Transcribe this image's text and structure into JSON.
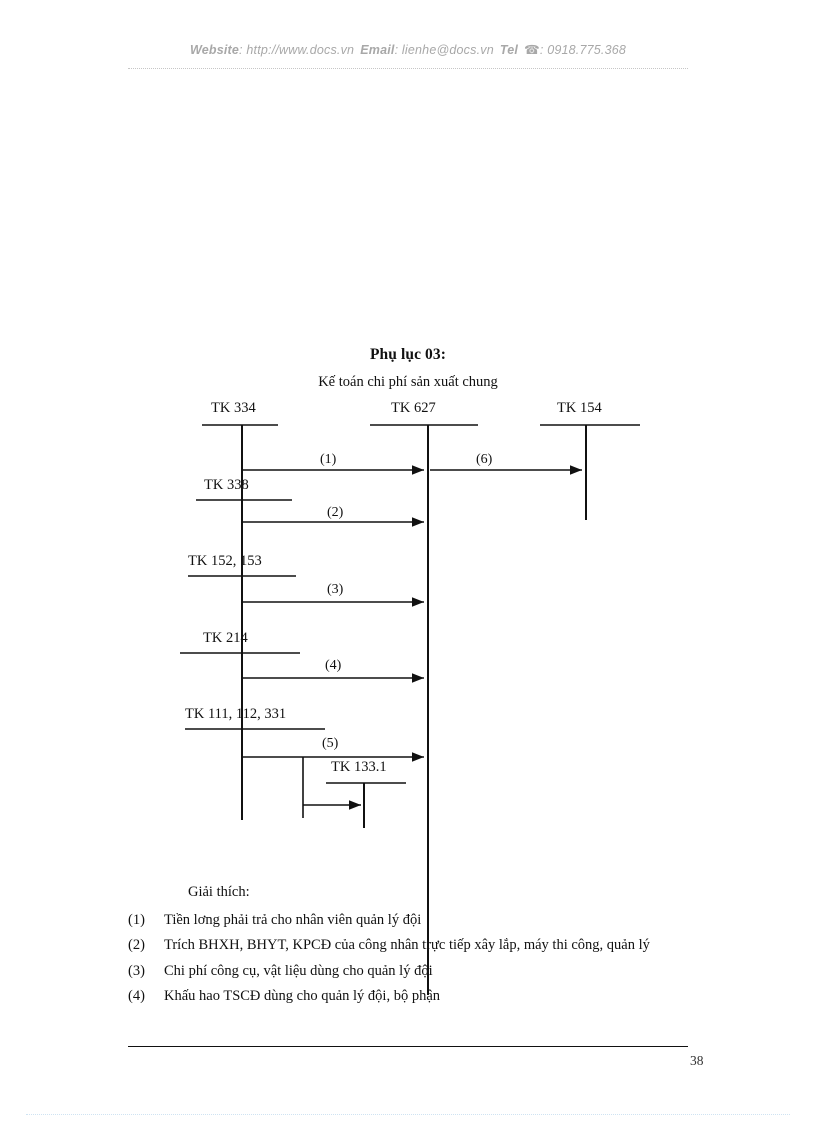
{
  "header": {
    "website_label": "Website",
    "website_value": ": http://www.docs.vn",
    "email_label": "Email",
    "email_value": ": lienhe@docs.vn",
    "tel_label": "Tel",
    "tel_icon": "phone-icon",
    "tel_value": ": 0918.775.368"
  },
  "title": "Phụ lục 03:",
  "subtitle": "Kế toán chi phí sản xuất chung",
  "diagram": {
    "accounts": [
      {
        "id": "tk334",
        "label": "TK 334"
      },
      {
        "id": "tk338",
        "label": "TK 338"
      },
      {
        "id": "tk152153",
        "label": "TK 152, 153"
      },
      {
        "id": "tk214",
        "label": "TK 214"
      },
      {
        "id": "tk111",
        "label": "TK 111, 112, 331"
      },
      {
        "id": "tk627",
        "label": "TK 627"
      },
      {
        "id": "tk154",
        "label": "TK 154"
      },
      {
        "id": "tk1331",
        "label": "TK 133.1"
      }
    ],
    "flows": [
      {
        "id": "f1",
        "label": "(1)",
        "from": "tk334",
        "to": "tk627"
      },
      {
        "id": "f2",
        "label": "(2)",
        "from": "tk338",
        "to": "tk627"
      },
      {
        "id": "f3",
        "label": "(3)",
        "from": "tk152153",
        "to": "tk627"
      },
      {
        "id": "f4",
        "label": "(4)",
        "from": "tk214",
        "to": "tk627"
      },
      {
        "id": "f5",
        "label": "(5)",
        "from": "tk111",
        "to": "tk627"
      },
      {
        "id": "f6",
        "label": "(6)",
        "from": "tk627",
        "to": "tk154"
      },
      {
        "id": "f7",
        "label": "",
        "from": "tk111",
        "to": "tk1331"
      }
    ]
  },
  "explanation": {
    "heading": "Giải thích:",
    "items": [
      {
        "num": "(1)",
        "text": "Tiền lơng   phải trả cho nhân viên quản lý đội"
      },
      {
        "num": "(2)",
        "text": "Trích BHXH, BHYT, KPCĐ của công nhân trực tiếp xây lắp, máy thi công, quản lý"
      },
      {
        "num": "(3)",
        "text": "Chi phí công cụ, vật liệu dùng cho quản lý đội"
      },
      {
        "num": "(4)",
        "text": "Khấu hao TSCĐ dùng cho quản lý đội, bộ phận"
      }
    ]
  },
  "footer": {
    "page_number": "38"
  },
  "colors": {
    "ink": "#111111",
    "watermark": "#a8a8a8",
    "rule": "#c6c6c6"
  }
}
